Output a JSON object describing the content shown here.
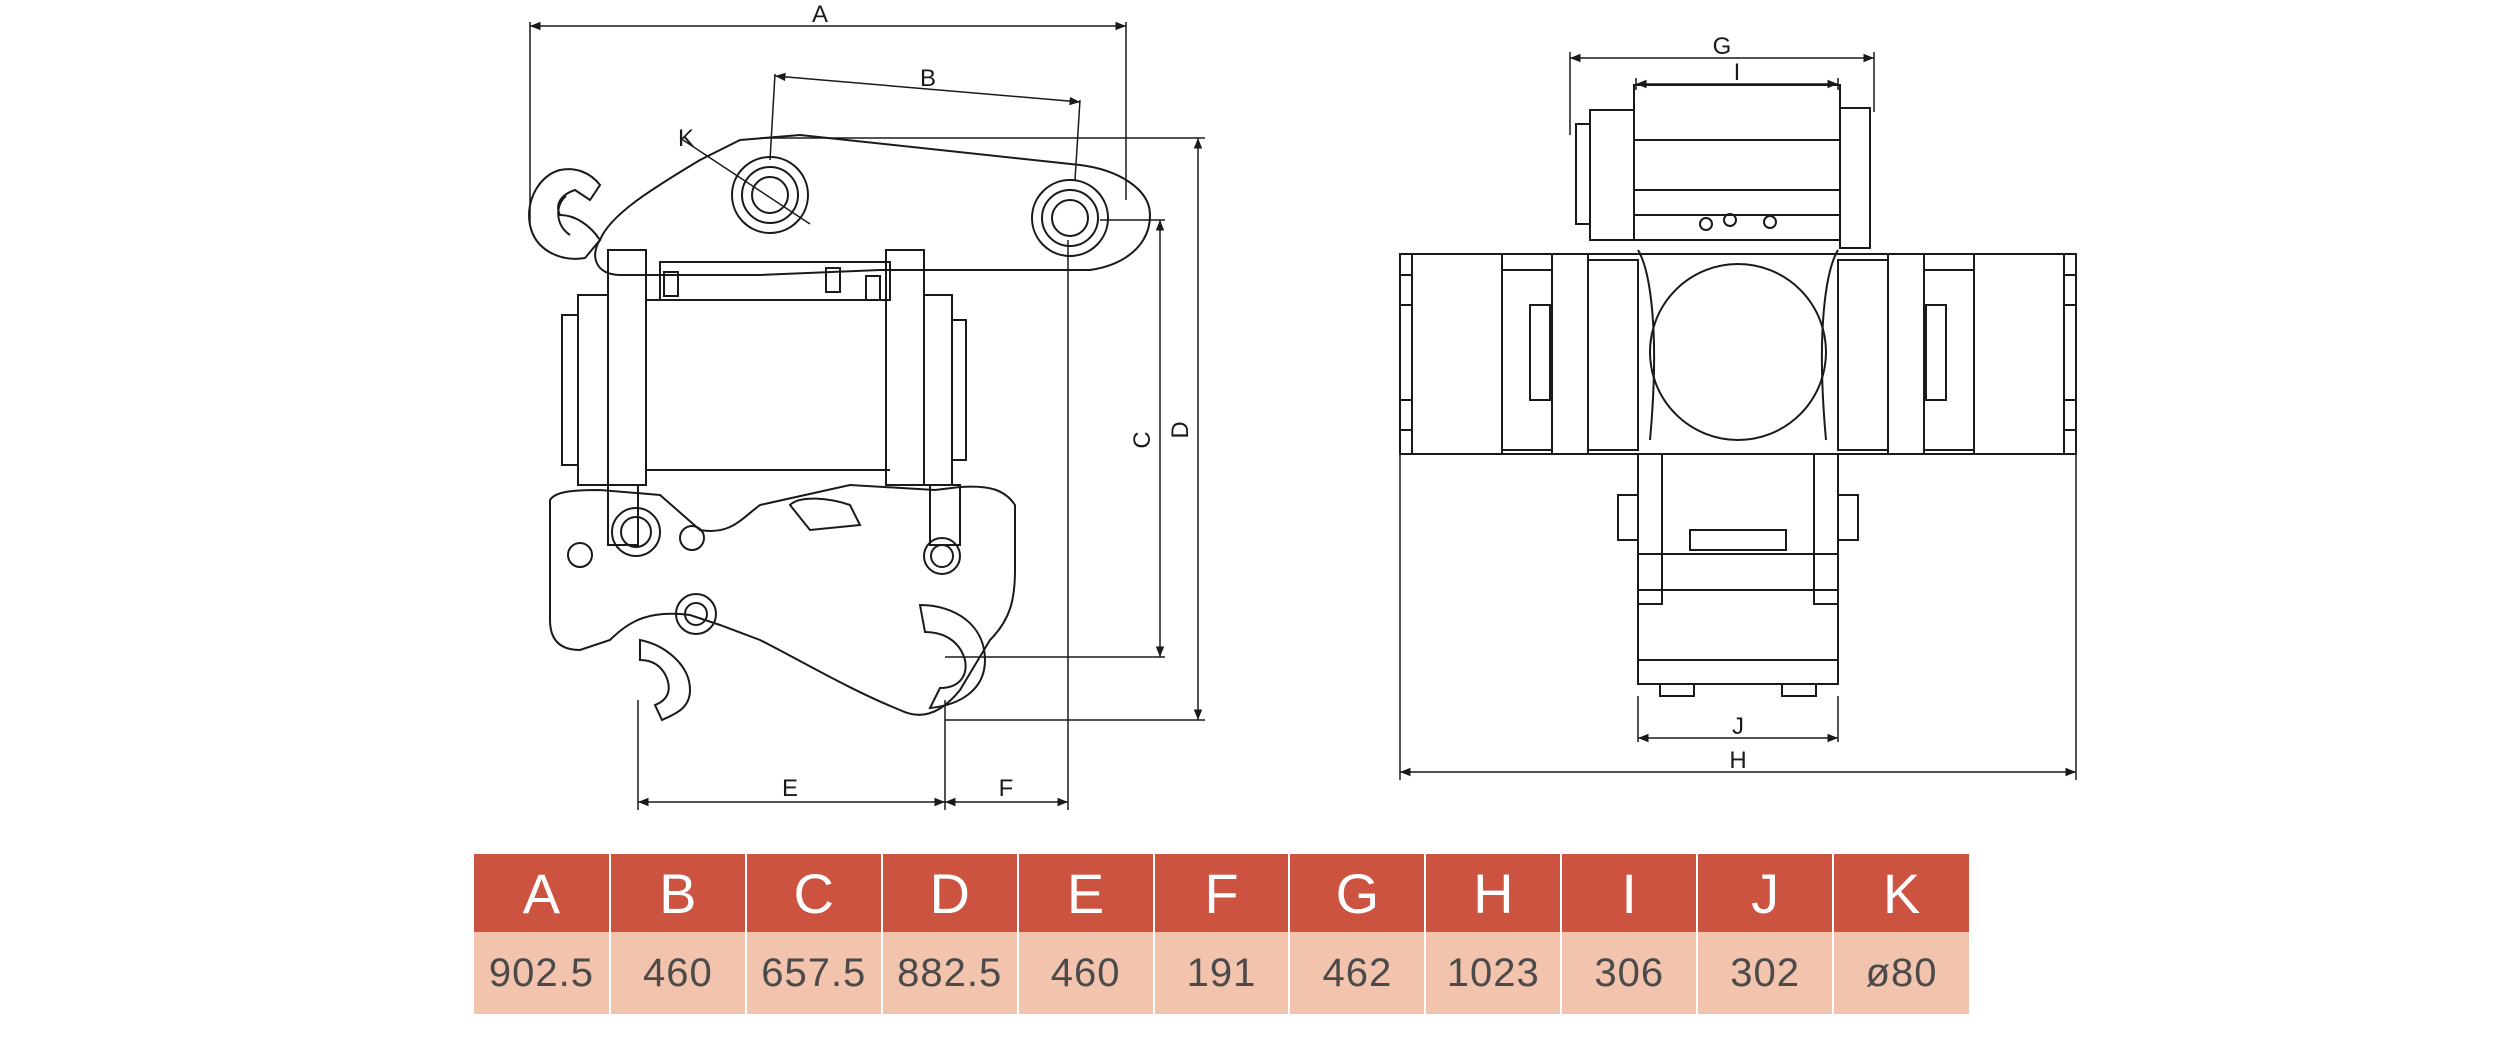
{
  "dimension_labels": {
    "A": "A",
    "B": "B",
    "C": "C",
    "D": "D",
    "E": "E",
    "F": "F",
    "G": "G",
    "H": "H",
    "I": "I",
    "J": "J",
    "K": "K"
  },
  "spec_table": {
    "headers": [
      "A",
      "B",
      "C",
      "D",
      "E",
      "F",
      "G",
      "H",
      "I",
      "J",
      "K"
    ],
    "values": [
      "902.5",
      "460",
      "657.5",
      "882.5",
      "460",
      "191",
      "462",
      "1023",
      "306",
      "302",
      "ø80"
    ]
  },
  "colors": {
    "header_bg": "#cd5341",
    "value_bg": "#f2c3ad",
    "line": "#1a1a1a"
  }
}
